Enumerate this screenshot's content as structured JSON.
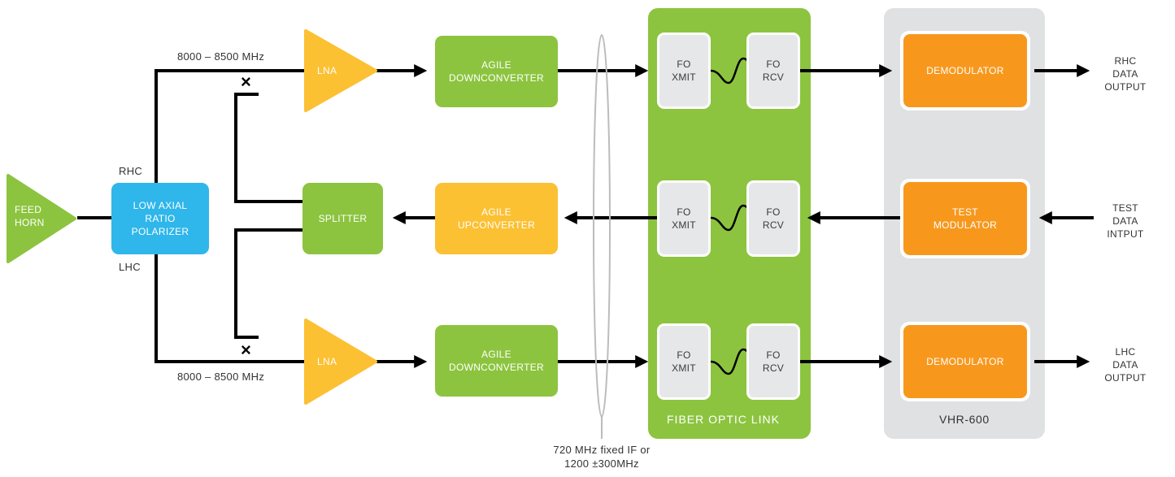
{
  "feed_horn": "FEED\nHORN",
  "polarizer": "LOW AXIAL\nRATIO\nPOLARIZER",
  "rhc_label": "RHC",
  "lhc_label": "LHC",
  "freq_top": "8000 – 8500 MHz",
  "freq_bottom": "8000 – 8500 MHz",
  "lna_top": "LNA",
  "lna_bottom": "LNA",
  "splitter": "SPLITTER",
  "downconverter_top": "AGILE\nDOWNCONVERTER",
  "upconverter": "AGILE\nUPCONVERTER",
  "downconverter_bottom": "AGILE\nDOWNCONVERTER",
  "fo_xmit": "FO\nXMIT",
  "fo_rcv": "FO\nRCV",
  "fiber_optic_link": "FIBER OPTIC LINK",
  "demodulator_top": "DEMODULATOR",
  "test_modulator": "TEST\nMODULATOR",
  "demodulator_bottom": "DEMODULATOR",
  "vhr_label": "VHR-600",
  "rhc_output": "RHC\nDATA\nOUTPUT",
  "test_input": "TEST\nDATA\nINTPUT",
  "lhc_output": "LHC\nDATA\nOUTPUT",
  "if_note": "720 MHz fixed IF or\n1200 ±300MHz",
  "x_mark": "×",
  "colors": {
    "green": "#8cc43f",
    "yellow": "#fcc033",
    "blue": "#2fb6ea",
    "orange": "#f7981d",
    "gray_panel": "#e0e1e2",
    "fo_box": "#e6e7e8",
    "wire": "#000000"
  }
}
